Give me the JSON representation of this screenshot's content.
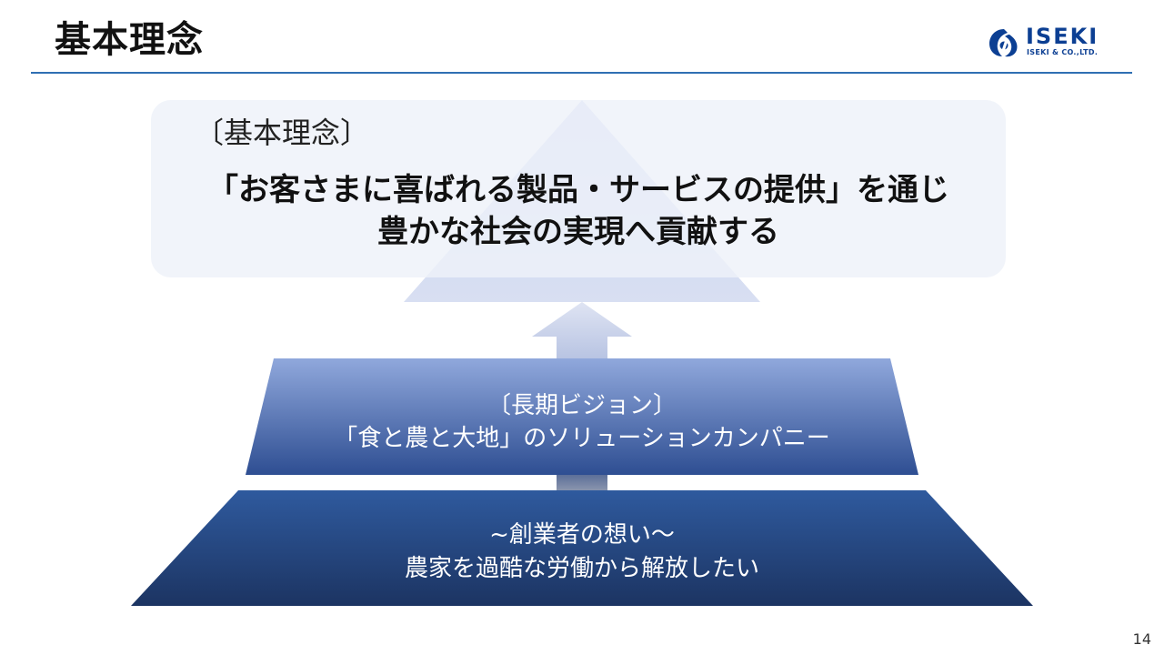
{
  "slide": {
    "title": "基本理念",
    "page_number": "14"
  },
  "logo": {
    "wordmark": "ISEKI",
    "company": "ISEKI & CO.,LTD.",
    "brand_color": "#0c3f93"
  },
  "pyramid": {
    "philosophy": {
      "label": "〔基本理念〕",
      "line1": "「お客さまに喜ばれる製品・サービスの提供」を通じ",
      "line2": "豊かな社会の実現へ貢献する"
    },
    "vision": {
      "label": "〔長期ビジョン〕",
      "statement": "「食と農と大地」のソリューションカンパニー"
    },
    "founder": {
      "label": "~創業者の想い～",
      "statement": "農家を過酷な労働から解放したい"
    }
  },
  "colors": {
    "accent_rule": "#2f6fb3",
    "top_triangle": "#c5d0ee",
    "vision_tier_top": "#8fa6d8",
    "vision_tier_bottom": "#2f4f93",
    "founder_tier_top": "#2f5a9c",
    "founder_tier_bottom": "#1d3564",
    "callout_box": "#eef1f9"
  }
}
